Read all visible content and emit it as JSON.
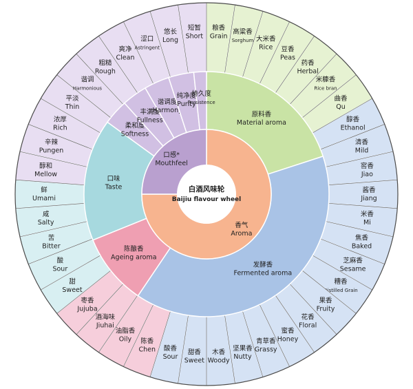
{
  "center": {
    "zh": "白酒风味轮",
    "en": "Baijiu flavour wheel"
  },
  "colors": {
    "aroma_inner": "#f7b48f",
    "material_mid": "#c9e3a5",
    "material_outer": "#e6f2d2",
    "fermented_mid": "#a9c3e6",
    "fermented_outer": "#d5e2f4",
    "ageing_mid": "#ef9fb2",
    "ageing_outer": "#f6cedb",
    "taste_mid": "#a7d9df",
    "taste_outer": "#d8eff2",
    "mouthfeel_inner": "#b9a0cf",
    "mouthfeel_mid": "#d1c0e3",
    "mouthfeel_outer": "#e8def2",
    "line": "#ffffff",
    "rim": "#4a4a4a"
  },
  "ring1": [
    {
      "zh": "香气",
      "en": "Aroma",
      "color": "#f7b48f"
    },
    {
      "zh": "口感*",
      "en": "Mouthfeel",
      "color": "#b9a0cf"
    }
  ],
  "ring2": [
    {
      "zh": "原料香",
      "en": "Material aroma",
      "color": "#c9e3a5"
    },
    {
      "zh": "发酵香",
      "en": "Fermented aroma",
      "color": "#a9c3e6"
    },
    {
      "zh": "陈酿香",
      "en": "Ageing aroma",
      "color": "#ef9fb2"
    },
    {
      "zh": "口味",
      "en": "Taste",
      "color": "#a7d9df"
    },
    {
      "zh": "柔和度",
      "en": "Softness",
      "color": "#d1c0e3"
    },
    {
      "zh": "丰满度",
      "en": "Fullness",
      "color": "#d1c0e3"
    },
    {
      "zh": "谐调度",
      "en": "Harmony",
      "color": "#d1c0e3"
    },
    {
      "zh": "纯净度",
      "en": "Purity",
      "color": "#d1c0e3"
    },
    {
      "zh": "持久度",
      "en": "Persistence",
      "color": "#d1c0e3",
      "small": true
    }
  ],
  "ring3": [
    {
      "zh": "粮香",
      "en": "Grain",
      "color": "#e6f2d2"
    },
    {
      "zh": "高粱香",
      "en": "Sorghum",
      "color": "#e6f2d2",
      "small": true
    },
    {
      "zh": "大米香",
      "en": "Rice",
      "color": "#e6f2d2"
    },
    {
      "zh": "豆香",
      "en": "Peas",
      "color": "#e6f2d2"
    },
    {
      "zh": "药香",
      "en": "Herbal",
      "color": "#e6f2d2"
    },
    {
      "zh": "米糠香",
      "en": "Rice bran",
      "color": "#e6f2d2",
      "small": true
    },
    {
      "zh": "曲香",
      "en": "Qu",
      "color": "#e6f2d2"
    },
    {
      "zh": "醇香",
      "en": "Ethanol",
      "color": "#d5e2f4"
    },
    {
      "zh": "清香",
      "en": "Mild",
      "color": "#d5e2f4"
    },
    {
      "zh": "窖香",
      "en": "Jiao",
      "color": "#d5e2f4"
    },
    {
      "zh": "酱香",
      "en": "Jiang",
      "color": "#d5e2f4"
    },
    {
      "zh": "米香",
      "en": "Mi",
      "color": "#d5e2f4"
    },
    {
      "zh": "焦香",
      "en": "Baked",
      "color": "#d5e2f4"
    },
    {
      "zh": "芝麻香",
      "en": "Sesame",
      "color": "#d5e2f4"
    },
    {
      "zh": "糟香",
      "en": "Distilled Grain",
      "color": "#d5e2f4",
      "small": true
    },
    {
      "zh": "果香",
      "en": "Fruity",
      "color": "#d5e2f4"
    },
    {
      "zh": "花香",
      "en": "Floral",
      "color": "#d5e2f4"
    },
    {
      "zh": "蜜香",
      "en": "Honey",
      "color": "#d5e2f4"
    },
    {
      "zh": "青草香",
      "en": "Grassy",
      "color": "#d5e2f4"
    },
    {
      "zh": "坚果香",
      "en": "Nutty",
      "color": "#d5e2f4"
    },
    {
      "zh": "木香",
      "en": "Woody",
      "color": "#d5e2f4"
    },
    {
      "zh": "甜香",
      "en": "Sweet",
      "color": "#d5e2f4"
    },
    {
      "zh": "酸香",
      "en": "Sour",
      "color": "#d5e2f4"
    },
    {
      "zh": "陈香",
      "en": "Chen",
      "color": "#f6cedb"
    },
    {
      "zh": "油脂香",
      "en": "Oily",
      "color": "#f6cedb"
    },
    {
      "zh": "酒海味",
      "en": "Jiuhai",
      "color": "#f6cedb"
    },
    {
      "zh": "枣香",
      "en": "Jujuba",
      "color": "#f6cedb"
    },
    {
      "zh": "甜",
      "en": "Sweet",
      "color": "#d8eff2"
    },
    {
      "zh": "酸",
      "en": "Sour",
      "color": "#d8eff2"
    },
    {
      "zh": "苦",
      "en": "Bitter",
      "color": "#d8eff2"
    },
    {
      "zh": "咸",
      "en": "Salty",
      "color": "#d8eff2"
    },
    {
      "zh": "鲜",
      "en": "Umami",
      "color": "#d8eff2"
    },
    {
      "zh": "醇和",
      "en": "Mellow",
      "color": "#e8def2"
    },
    {
      "zh": "辛辣",
      "en": "Pungen",
      "color": "#e8def2"
    },
    {
      "zh": "浓厚",
      "en": "Rich",
      "color": "#e8def2"
    },
    {
      "zh": "平淡",
      "en": "Thin",
      "color": "#e8def2"
    },
    {
      "zh": "谐调",
      "en": "Harmonious",
      "color": "#e8def2",
      "small": true
    },
    {
      "zh": "粗糙",
      "en": "Rough",
      "color": "#e8def2"
    },
    {
      "zh": "爽净",
      "en": "Clean",
      "color": "#e8def2"
    },
    {
      "zh": "涩口",
      "en": "Astringent",
      "color": "#e8def2",
      "small": true
    },
    {
      "zh": "悠长",
      "en": "Long",
      "color": "#e8def2"
    },
    {
      "zh": "短暂",
      "en": "Short",
      "color": "#e8def2"
    }
  ]
}
